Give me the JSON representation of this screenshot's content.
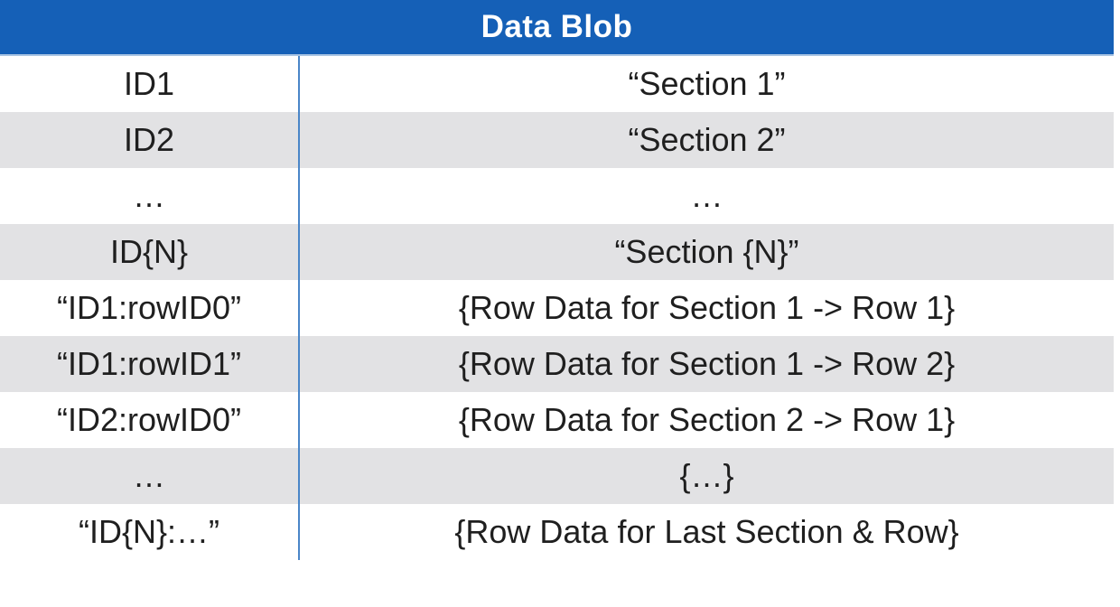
{
  "colors": {
    "header_bg": "#1560b7",
    "header_text": "#ffffff",
    "row_shaded_bg": "#e2e2e4",
    "row_plain_bg": "#ffffff",
    "divider_blue": "#4a86c8",
    "header_underline": "#a9c4e3",
    "text": "#1f1f1f"
  },
  "table": {
    "title": "Data Blob",
    "columns": [
      "key",
      "value"
    ],
    "rows": [
      {
        "key": "ID1",
        "value": "“Section 1”",
        "shaded": false
      },
      {
        "key": "ID2",
        "value": "“Section 2”",
        "shaded": true
      },
      {
        "key": "…",
        "value": "…",
        "shaded": false
      },
      {
        "key": "ID{N}",
        "value": "“Section {N}”",
        "shaded": true
      },
      {
        "key": "“ID1:rowID0”",
        "value": "{Row Data for Section 1 -> Row 1}",
        "shaded": false
      },
      {
        "key": "“ID1:rowID1”",
        "value": "{Row Data for Section 1 -> Row 2}",
        "shaded": true
      },
      {
        "key": "“ID2:rowID0”",
        "value": "{Row Data for Section 2 -> Row 1}",
        "shaded": false
      },
      {
        "key": "…",
        "value": "{…}",
        "shaded": true
      },
      {
        "key": "“ID{N}:…”",
        "value": "{Row Data for Last Section & Row}",
        "shaded": false
      }
    ]
  }
}
